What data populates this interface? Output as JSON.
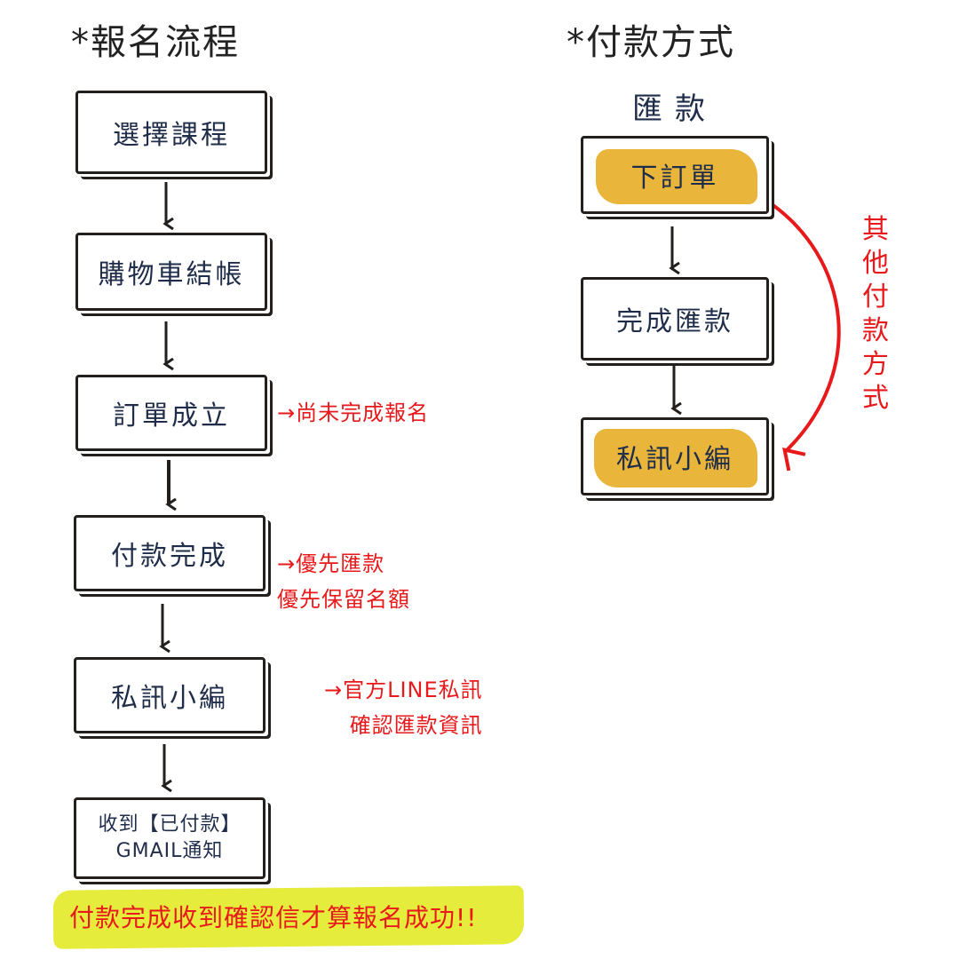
{
  "left": {
    "title": "*報名流程",
    "steps": [
      "選擇課程",
      "購物車結帳",
      "訂單成立",
      "付款完成",
      "私訊小編"
    ],
    "last_step": {
      "line1": "收到【已付款】",
      "line2": "GMAIL通知"
    },
    "notes": {
      "order": "→尚未完成報名",
      "pay_line1": "→優先匯款",
      "pay_line2": "優先保留名額",
      "msg_line1": "→官方LINE私訊",
      "msg_line2": "確認匯款資訊"
    },
    "banner": "付款完成收到確認信才算報名成功!!"
  },
  "right": {
    "title": "*付款方式",
    "subtitle": "匯款",
    "steps": [
      "下訂單",
      "完成匯款",
      "私訊小編"
    ],
    "other": "其他付款方式"
  },
  "colors": {
    "highlight": "#e9b53a",
    "banner": "#e6ec3c",
    "red": "#e8191b",
    "ink": "#1f2d4a"
  }
}
